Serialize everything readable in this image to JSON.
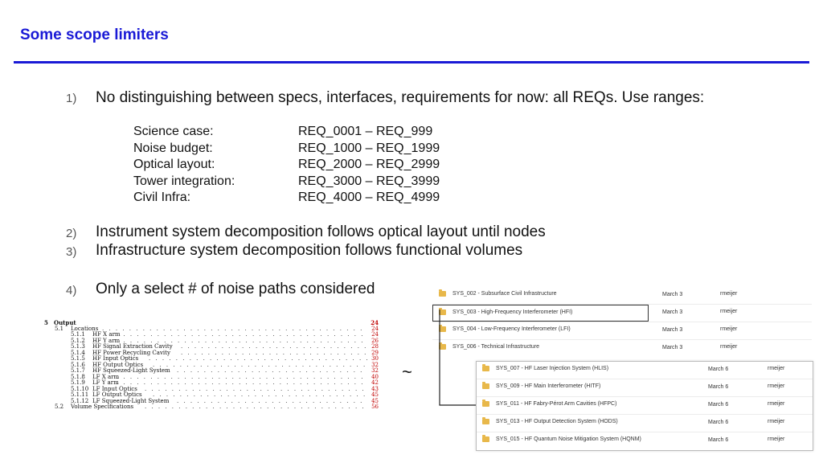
{
  "title": "Some scope limiters",
  "items": [
    {
      "num": "1)",
      "text": "No distinguishing between specs, interfaces, requirements for now: all REQs. Use ranges:"
    },
    {
      "num": "2)",
      "text": "Instrument system decomposition follows optical layout until nodes"
    },
    {
      "num": "3)",
      "text": "Infrastructure system decomposition follows functional volumes"
    },
    {
      "num": "4)",
      "text": "Only a select # of noise paths considered"
    }
  ],
  "ranges": [
    {
      "label": "Science case:",
      "range": "REQ_0001 – REQ_999"
    },
    {
      "label": "Noise budget:",
      "range": "REQ_1000 – REQ_1999"
    },
    {
      "label": "Optical layout:",
      "range": "REQ_2000 – REQ_2999"
    },
    {
      "label": "Tower integration:",
      "range": "REQ_3000 – REQ_3999"
    },
    {
      "label": "Civil Infra:",
      "range": "REQ_4000 – REQ_4999"
    }
  ],
  "toc": [
    {
      "num": "5",
      "title": "Output",
      "page": "24"
    },
    {
      "num": "5.1",
      "title": "Locations",
      "page": "24"
    },
    {
      "num": "5.1.1",
      "title": "HF X arm",
      "page": "24"
    },
    {
      "num": "5.1.2",
      "title": "HF Y arm",
      "page": "26"
    },
    {
      "num": "5.1.3",
      "title": "HF Signal Extraction Cavity",
      "page": "28"
    },
    {
      "num": "5.1.4",
      "title": "HF Power Recycling Cavity",
      "page": "29"
    },
    {
      "num": "5.1.5",
      "title": "HF Input Optics",
      "page": "30"
    },
    {
      "num": "5.1.6",
      "title": "HF Output Optics",
      "page": "32"
    },
    {
      "num": "5.1.7",
      "title": "HF Squeezed-Light System",
      "page": "32"
    },
    {
      "num": "5.1.8",
      "title": "LF X arm",
      "page": "40"
    },
    {
      "num": "5.1.9",
      "title": "LF Y arm",
      "page": "42"
    },
    {
      "num": "5.1.10",
      "title": "LF Input Optics",
      "page": "43"
    },
    {
      "num": "5.1.11",
      "title": "LF Output Optics",
      "page": "45"
    },
    {
      "num": "5.1.12",
      "title": "LF Squeezed-Light System",
      "page": "45"
    },
    {
      "num": "5.2",
      "title": "Volume Specifications",
      "page": "56"
    }
  ],
  "tilde": "~",
  "folders_top": [
    {
      "name": "SYS_002 - Subsurface Civil Infrastructure",
      "date": "March 3",
      "owner": "rmeijer"
    },
    {
      "name": "SYS_003 - High-Frequency Interferometer (HFI)",
      "date": "March 3",
      "owner": "rmeijer"
    },
    {
      "name": "SYS_004 - Low-Frequency Interferometer (LFI)",
      "date": "March 3",
      "owner": "rmeijer"
    },
    {
      "name": "SYS_006 - Technical Infrastructure",
      "date": "March 3",
      "owner": "rmeijer"
    }
  ],
  "folders_sub": [
    {
      "name": "SYS_007 - HF Laser Injection System (HLIS)",
      "date": "March 6",
      "owner": "rmeijer"
    },
    {
      "name": "SYS_009 - HF Main Interferometer (HITF)",
      "date": "March 6",
      "owner": "rmeijer"
    },
    {
      "name": "SYS_011 - HF Fabry-Pérot Arm Cavities (HFPC)",
      "date": "March 6",
      "owner": "rmeijer"
    },
    {
      "name": "SYS_013 - HF Output Detection System (HODS)",
      "date": "March 6",
      "owner": "rmeijer"
    },
    {
      "name": "SYS_015 - HF Quantum Noise Mitigation System (HQNM)",
      "date": "March 6",
      "owner": "rmeijer"
    }
  ],
  "colors": {
    "title": "#1a1ad6",
    "rule": "#1a1ad6",
    "toc_page": "#c00000",
    "folder": "#e8b84a"
  }
}
